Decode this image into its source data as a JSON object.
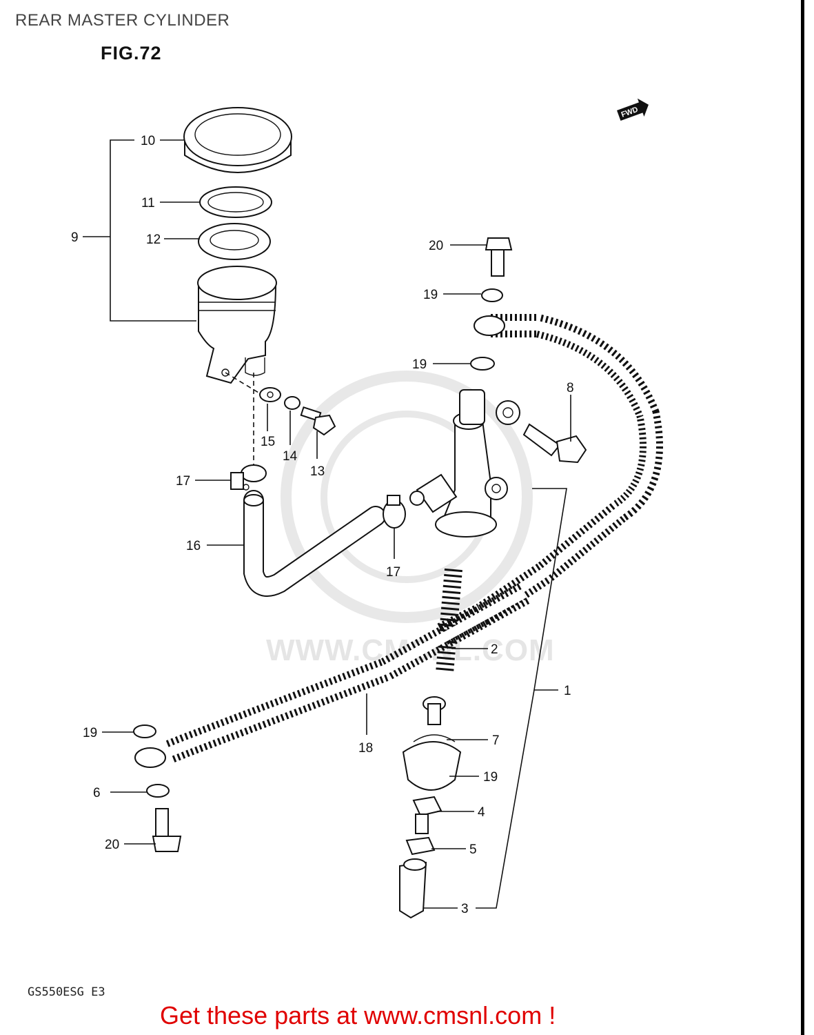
{
  "page": {
    "title": "REAR MASTER CYLINDER",
    "figure": "FIG.72",
    "model_code": "GS550ESG  E3",
    "direction_marker": "FWD",
    "watermark": "WWW.CMSNL.COM",
    "footer": "Get these parts at www.cmsnl.com !"
  },
  "callouts": [
    "10",
    "11",
    "9",
    "12",
    "20",
    "19",
    "19",
    "8",
    "15",
    "14",
    "13",
    "17",
    "16",
    "17",
    "2",
    "1",
    "19",
    "18",
    "7",
    "6",
    "19",
    "4",
    "20",
    "5",
    "3"
  ],
  "colors": {
    "footer_text": "#e00000",
    "line_art": "#111111",
    "border": "#000000"
  }
}
